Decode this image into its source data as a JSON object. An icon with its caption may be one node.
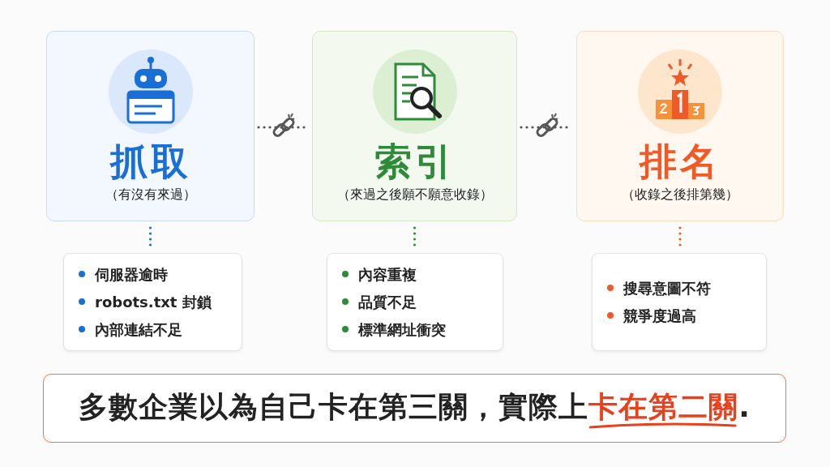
{
  "diagram": {
    "nodes": [
      {
        "text": [
          "抓取",
          "（有沒有來過）"
        ]
      },
      {
        "text": [
          "索引",
          "（來過之後願不願意收錄）"
        ]
      },
      {
        "text": [
          "排名",
          "（收錄之後排第幾）"
        ]
      },
      {
        "text": [
          "伺服器逾時",
          "robots.txt 封鎖",
          "內部連結不足"
        ]
      },
      {
        "text": [
          "內容重複",
          "品質不足",
          "標準網址衝突"
        ]
      },
      {
        "text": [
          "搜尋意圖不符",
          "競爭度過高"
        ]
      },
      {
        "text": [
          "多數企業以為自己卡在第三關，實際上**卡在第二關**."
        ]
      }
    ],
    "edges": [
      {
        "from": 0,
        "to": 1,
        "arrow": "none",
        "style": "dashed"
      },
      {
        "from": 1,
        "to": 2,
        "arrow": "none",
        "style": "dashed"
      },
      {
        "from": 0,
        "to": 3,
        "arrow": "none",
        "style": "dashed",
        "color": "#1a6fd6"
      },
      {
        "from": 1,
        "to": 4,
        "arrow": "none",
        "style": "dashed",
        "color": "#2e8b3a"
      },
      {
        "from": 2,
        "to": 5,
        "arrow": "none",
        "style": "dashed",
        "color": "#f05a28"
      }
    ]
  }
}
